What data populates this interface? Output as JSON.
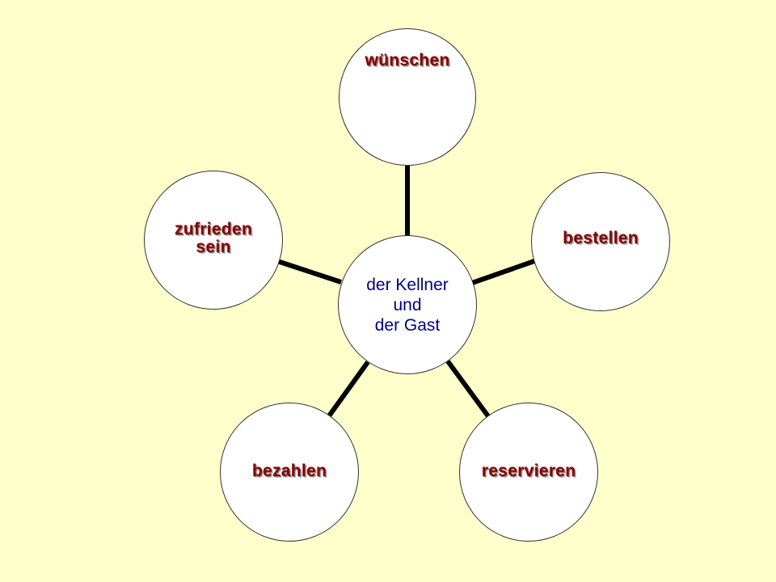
{
  "diagram": {
    "center": {
      "label": "der Kellner\nund\nder Gast"
    },
    "nodes": [
      {
        "id": "wuenschen",
        "label": "wünschen"
      },
      {
        "id": "bestellen",
        "label": "bestellen"
      },
      {
        "id": "reservieren",
        "label": "reservieren"
      },
      {
        "id": "bezahlen",
        "label": "bezahlen"
      },
      {
        "id": "zufrieden",
        "label": "zufrieden\nsein"
      }
    ]
  },
  "colors": {
    "background": "#FFFFCC",
    "node_fill": "#FFFFFF",
    "node_text": "#8B0000",
    "center_text": "#000080",
    "connector": "#000000"
  }
}
